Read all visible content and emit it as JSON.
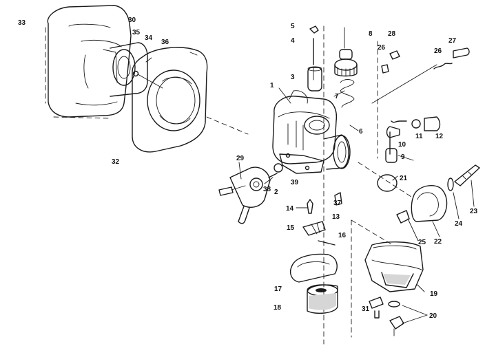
{
  "callouts": [
    {
      "id": "1",
      "text": "1"
    },
    {
      "id": "2",
      "text": "2"
    },
    {
      "id": "3",
      "text": "3"
    },
    {
      "id": "4",
      "text": "4"
    },
    {
      "id": "5",
      "text": "5"
    },
    {
      "id": "6",
      "text": "6"
    },
    {
      "id": "7",
      "text": "7"
    },
    {
      "id": "8",
      "text": "8"
    },
    {
      "id": "9",
      "text": "9"
    },
    {
      "id": "10",
      "text": "10"
    },
    {
      "id": "11",
      "text": "11"
    },
    {
      "id": "12",
      "text": "12"
    },
    {
      "id": "13",
      "text": "13"
    },
    {
      "id": "14",
      "text": "14"
    },
    {
      "id": "15",
      "text": "15"
    },
    {
      "id": "16",
      "text": "16"
    },
    {
      "id": "17",
      "text": "17"
    },
    {
      "id": "18",
      "text": "18"
    },
    {
      "id": "19",
      "text": "19"
    },
    {
      "id": "20",
      "text": "20"
    },
    {
      "id": "21",
      "text": "21"
    },
    {
      "id": "22",
      "text": "22"
    },
    {
      "id": "23",
      "text": "23"
    },
    {
      "id": "24",
      "text": "24"
    },
    {
      "id": "25",
      "text": "25"
    },
    {
      "id": "26a",
      "text": "26"
    },
    {
      "id": "26b",
      "text": "26"
    },
    {
      "id": "27",
      "text": "27"
    },
    {
      "id": "28",
      "text": "28"
    },
    {
      "id": "29",
      "text": "29"
    },
    {
      "id": "30",
      "text": "30"
    },
    {
      "id": "31",
      "text": "31"
    },
    {
      "id": "32",
      "text": "32"
    },
    {
      "id": "33",
      "text": "33"
    },
    {
      "id": "34",
      "text": "34"
    },
    {
      "id": "35",
      "text": "35"
    },
    {
      "id": "36",
      "text": "36"
    },
    {
      "id": "37",
      "text": "37"
    },
    {
      "id": "38",
      "text": "38"
    },
    {
      "id": "39",
      "text": "39"
    }
  ]
}
